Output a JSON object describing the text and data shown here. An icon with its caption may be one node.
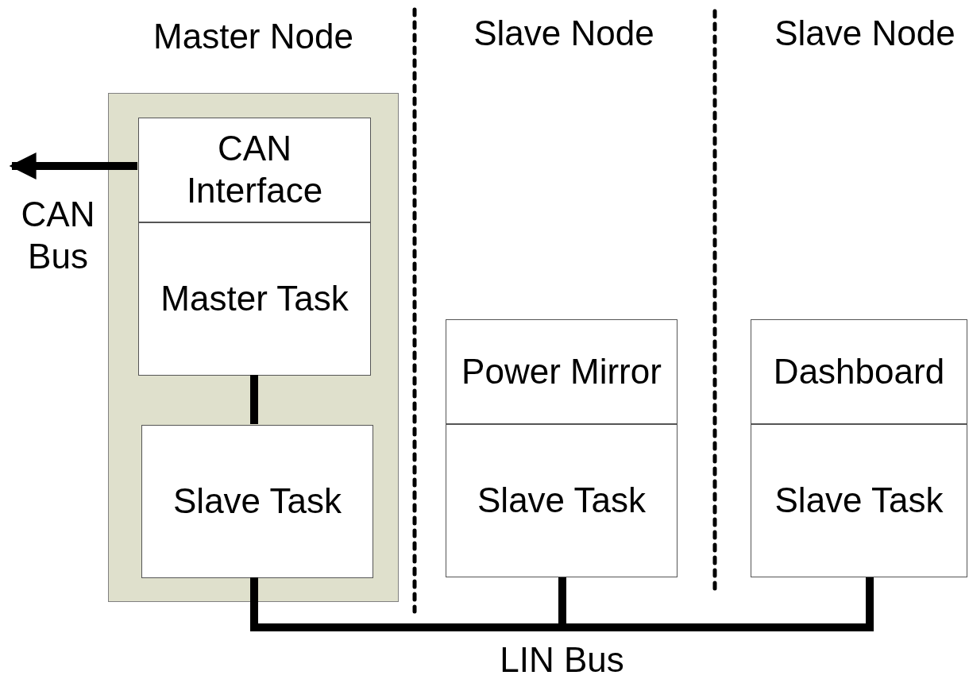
{
  "diagram": {
    "nodes": [
      {
        "text": [
          "Master Node"
        ]
      },
      {
        "text": [
          "CAN Interface"
        ],
        "in": 0
      },
      {
        "text": [
          "Master Task"
        ],
        "in": 0
      },
      {
        "text": [
          "Slave Task"
        ],
        "in": 0
      },
      {
        "text": [
          "Power Mirror"
        ]
      },
      {
        "text": [
          "Slave Task"
        ]
      },
      {
        "text": [
          "Dashboard"
        ]
      },
      {
        "text": [
          "Slave Task"
        ]
      },
      {
        "text": [],
        "shape": "bar",
        "beside": [
          "LIN Bus"
        ]
      }
    ],
    "edges": [
      {
        "from": 1,
        "to": null,
        "arrow": "to",
        "label": "CAN Bus"
      },
      {
        "from": 2,
        "to": 3,
        "arrow": "none"
      },
      {
        "from": 3,
        "to": 8,
        "arrow": "none"
      },
      {
        "from": 5,
        "to": 8,
        "arrow": "none"
      },
      {
        "from": 7,
        "to": 8,
        "arrow": "none"
      }
    ],
    "labels": [
      "Slave Node",
      "Slave Node"
    ]
  }
}
